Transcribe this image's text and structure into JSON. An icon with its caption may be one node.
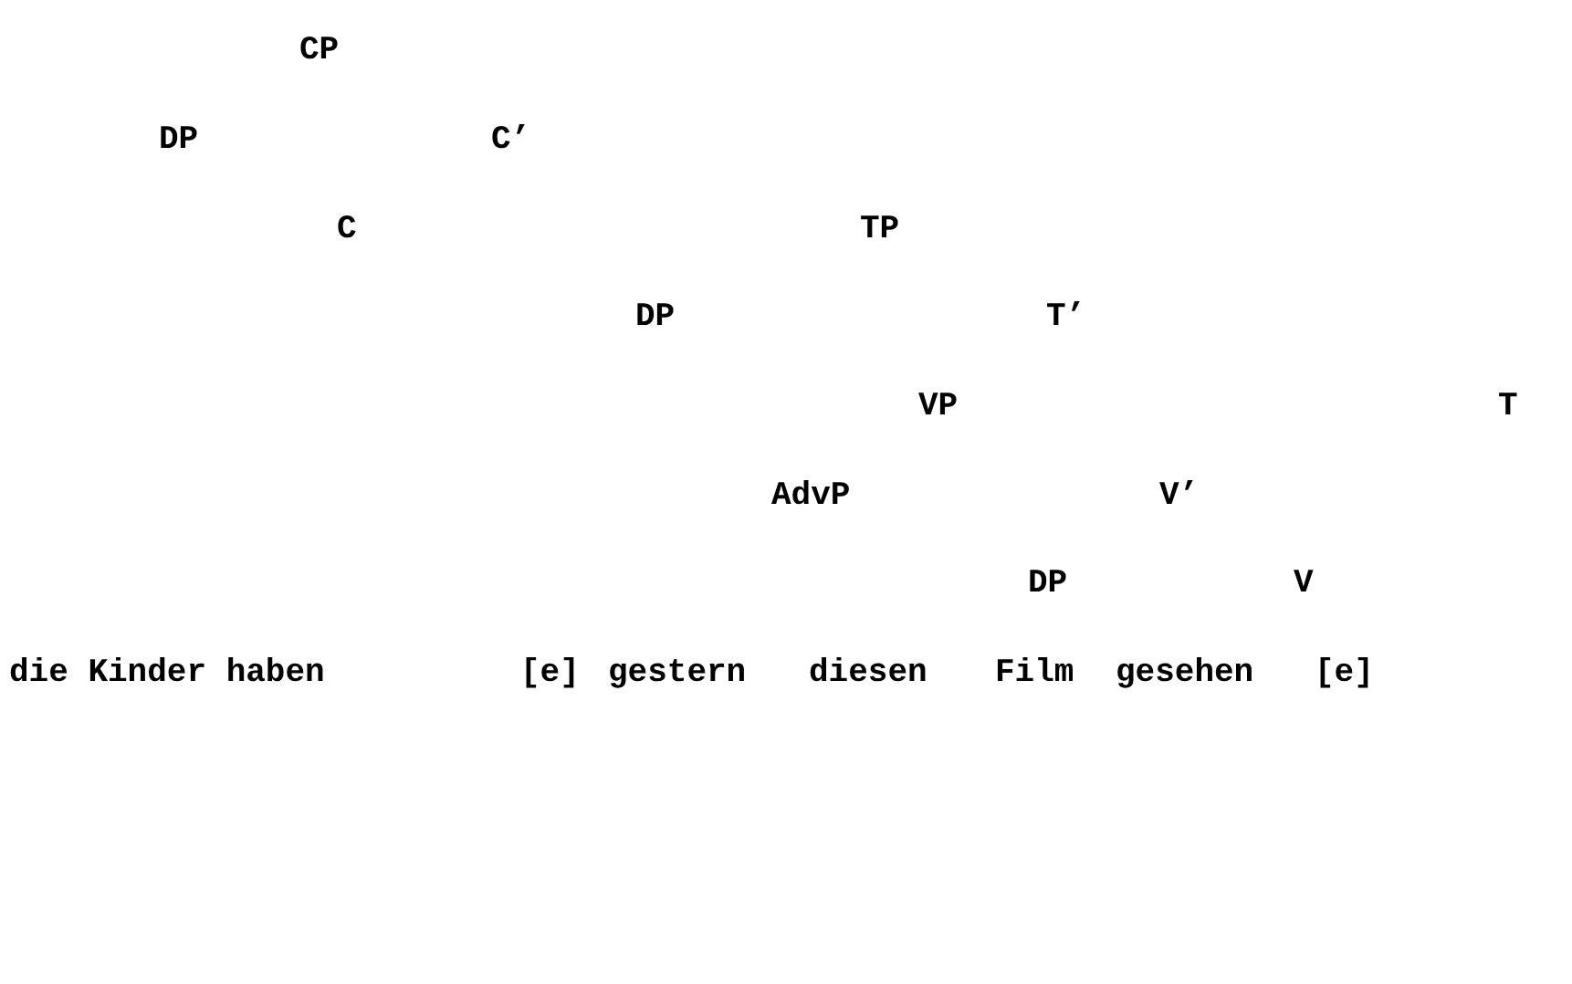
{
  "diagram": {
    "labels": [
      "CP",
      "DP",
      "C’",
      "C",
      "TP",
      "DP",
      "T’",
      "VP",
      "T",
      "AdvP",
      "V’",
      "DP",
      "V",
      "die Kinder haben",
      "[e]",
      "gestern",
      "diesen",
      "Film",
      "gesehen",
      "[e]"
    ]
  }
}
